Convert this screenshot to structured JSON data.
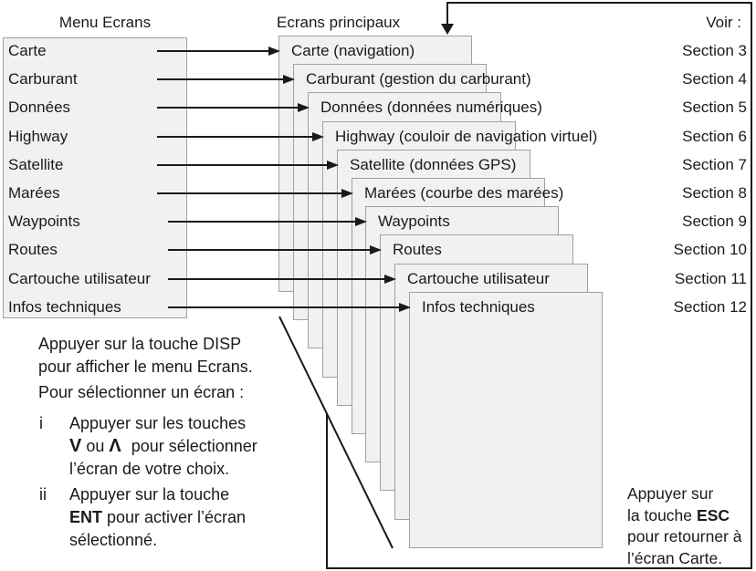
{
  "menu": {
    "title": "Menu Ecrans",
    "items": [
      "Carte",
      "Carburant",
      "Données",
      "Highway",
      "Satellite",
      "Marées",
      "Waypoints",
      "Routes",
      "Cartouche utilisateur",
      "Infos techniques"
    ]
  },
  "cascade": {
    "title": "Ecrans principaux",
    "screens": [
      "Carte (navigation)",
      "Carburant (gestion du carburant)",
      "Données (données numériques)",
      "Highway (couloir de navigation virtuel)",
      "Satellite (données GPS)",
      "Marées (courbe des marées)",
      "Waypoints",
      "Routes",
      "Cartouche utilisateur",
      "Infos techniques"
    ]
  },
  "see": {
    "title": "Voir :",
    "sections": [
      "Section 3",
      "Section 4",
      "Section 5",
      "Section 6",
      "Section 7",
      "Section 8",
      "Section 9",
      "Section 10",
      "Section 11",
      "Section 12"
    ]
  },
  "instructions": {
    "para1": [
      "Appuyer sur la touche DISP",
      "pour afficher le menu Ecrans."
    ],
    "para2": "Pour sélectionner un écran :",
    "steps": [
      {
        "num": "i",
        "line1": "Appuyer sur les touches",
        "key_down": "V",
        "mid": "ou",
        "key_up": "Λ",
        "after_keys": "pour sélectionner",
        "line3": "l’écran de votre choix."
      },
      {
        "num": "ii",
        "line1": "Appuyer sur la touche",
        "key": "ENT",
        "after_key": "pour activer l’écran",
        "line3": "sélectionné."
      }
    ]
  },
  "esc_note": {
    "line1": "Appuyer sur",
    "line2_pre": "la touche",
    "line2_key": "ESC",
    "line3": "pour retourner à",
    "line4": "l’écran Carte."
  },
  "colors": {
    "box_fill": "#f1f1f1",
    "box_border": "#a0a0a0",
    "line": "#1a1a1a",
    "text": "#1a1a1a"
  }
}
